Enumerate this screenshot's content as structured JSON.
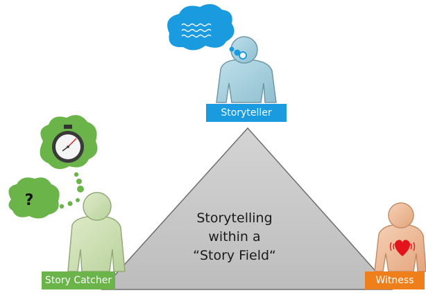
{
  "labels": {
    "storyteller": "Storyteller",
    "story_catcher": "Story Catcher",
    "witness": "Witness"
  },
  "center_text": [
    "Storytelling",
    "within a",
    "“Story Field“"
  ],
  "icons": {
    "storyteller_thought": "speech-wave-lines",
    "catcher_thought_1": "stopwatch",
    "catcher_thought_2": "question-mark",
    "witness_chest": "heart"
  },
  "question_mark": "?",
  "colors": {
    "storyteller": "#1a9be0",
    "story_catcher": "#6ab44a",
    "witness": "#ef7f1a",
    "triangle": "#c8c8c8",
    "heart": "#e3141c"
  }
}
